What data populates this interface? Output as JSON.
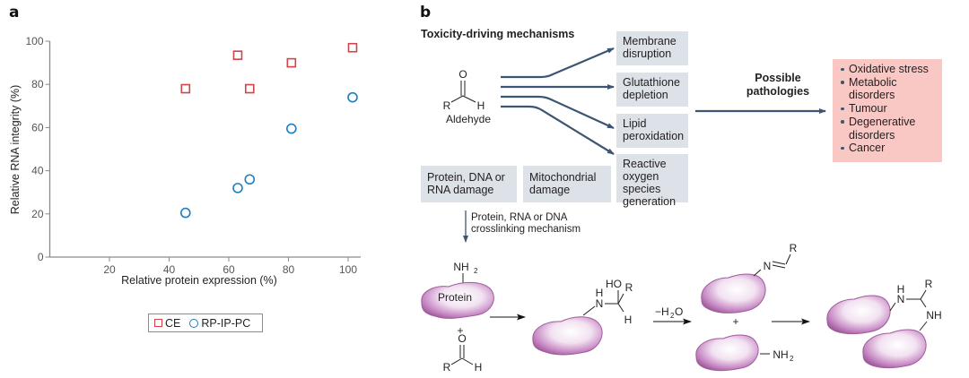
{
  "panel_a": {
    "label": "a",
    "legend": [
      {
        "name": "CE",
        "marker": "square",
        "color": "#d1434a"
      },
      {
        "name": "RP-IP-PC",
        "marker": "circle",
        "color": "#1b7fc4"
      }
    ]
  },
  "chart_data": {
    "type": "scatter",
    "title": "",
    "xlabel": "Relative protein expression (%)",
    "ylabel": "Relative RNA integrity (%)",
    "xlim": [
      0,
      105
    ],
    "ylim": [
      0,
      100
    ],
    "xticks": [
      "20",
      "40",
      "60",
      "80",
      "100"
    ],
    "yticks": [
      "0",
      "20",
      "40",
      "60",
      "80",
      "100"
    ],
    "grid": false,
    "legend_position": "bottom-center",
    "series": [
      {
        "name": "CE",
        "marker": "square",
        "color": "#d1434a",
        "points": [
          [
            45.5,
            78
          ],
          [
            63,
            93.5
          ],
          [
            67,
            78
          ],
          [
            81,
            90
          ],
          [
            101.5,
            97
          ]
        ]
      },
      {
        "name": "RP-IP-PC",
        "marker": "circle",
        "color": "#1b7fc4",
        "points": [
          [
            45.5,
            20.5
          ],
          [
            63,
            32
          ],
          [
            67,
            36
          ],
          [
            81,
            59.5
          ],
          [
            101.5,
            74
          ]
        ]
      }
    ]
  },
  "panel_b": {
    "label": "b",
    "title": "Toxicity-driving mechanisms",
    "aldehyde_label": "Aldehyde",
    "mechanisms": [
      {
        "line1": "Membrane",
        "line2": "disruption"
      },
      {
        "line1": "Glutathione",
        "line2": "depletion"
      },
      {
        "line1": "Lipid",
        "line2": "peroxidation"
      },
      {
        "line1": "Reactive",
        "line2": "oxygen species",
        "line3": "generation"
      }
    ],
    "damage_boxes": [
      {
        "line1": "Protein, DNA or",
        "line2": "RNA damage"
      },
      {
        "line1": "Mitochondrial",
        "line2": "damage"
      }
    ],
    "possible_pathologies_label": {
      "line1": "Possible",
      "line2": "pathologies"
    },
    "pathologies": [
      "Oxidative stress",
      "Metabolic disorders",
      "Tumour",
      "Degenerative disorders",
      "Cancer"
    ],
    "crosslink_note": {
      "line1": "Protein, RNA or DNA",
      "line2": "crosslinking mechanism"
    },
    "reaction": {
      "protein_label": "Protein",
      "nh2": "NH",
      "sub2": "2",
      "plus": "+",
      "o": "O",
      "r": "R",
      "h": "H",
      "ho": "HO",
      "n": "N",
      "nh": "NH",
      "minus_h2o": "−H",
      "minus_h2o_sub": "2",
      "minus_h2o_tail": "O"
    },
    "colors": {
      "arrow": "#3d5573",
      "mech_box": "#dde1e8",
      "pathology_box": "#f9c8c4",
      "blob": "#b06aad"
    }
  }
}
